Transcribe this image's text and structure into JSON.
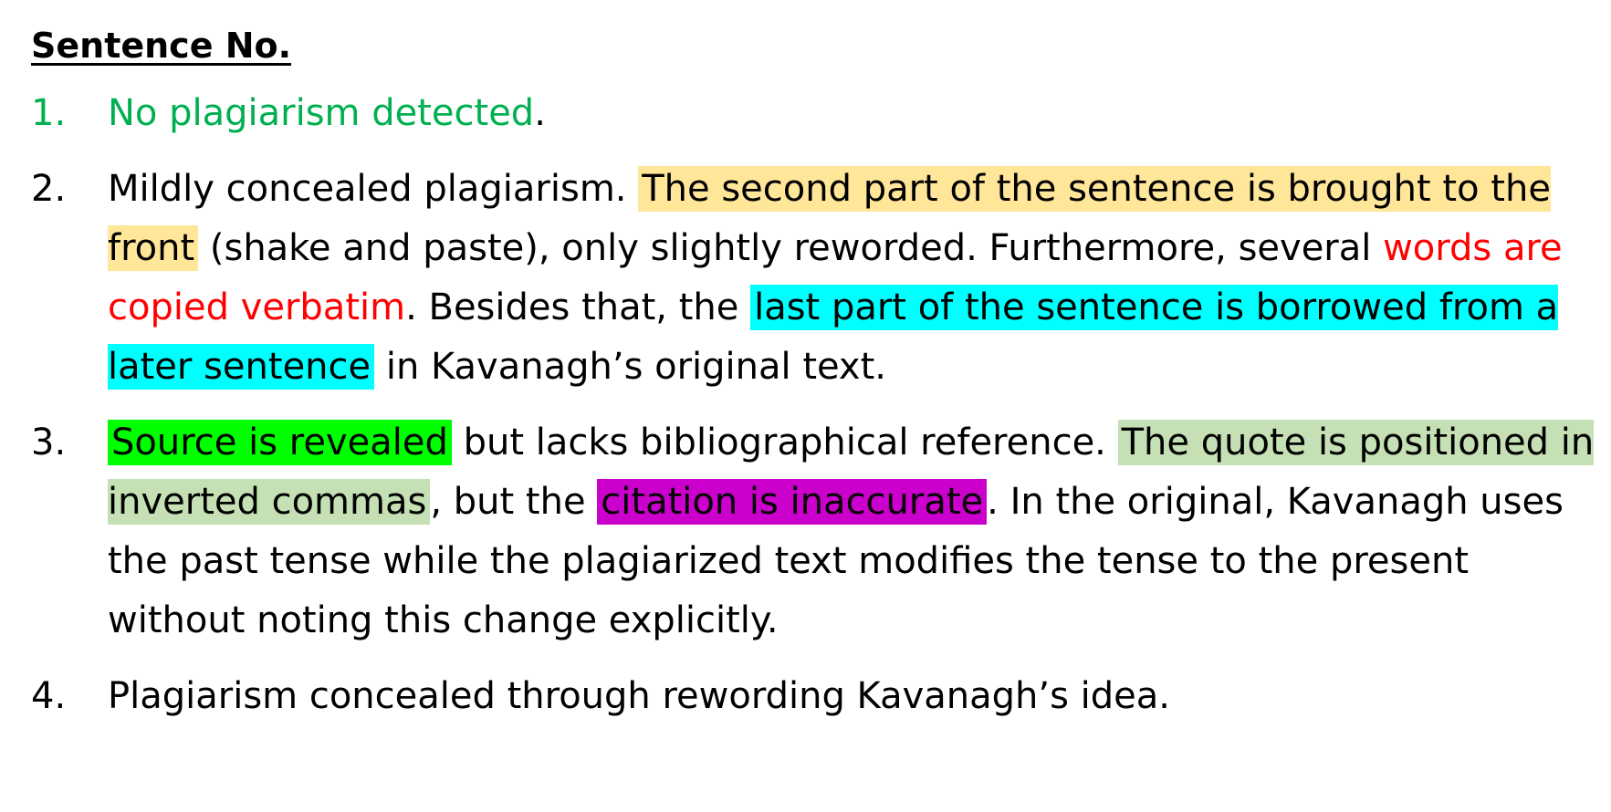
{
  "heading": "Sentence No.",
  "colors": {
    "green_text": "#00b050",
    "red_text": "#ff0000",
    "highlight_peach": "#ffe699",
    "highlight_cyan": "#00ffff",
    "highlight_lime": "#00ff00",
    "highlight_sage": "#c5e0b4",
    "highlight_magenta": "#cc00cc"
  },
  "items": [
    {
      "number": "1.",
      "segments": [
        {
          "text": "No plagiarism detected",
          "style": "green"
        },
        {
          "text": ".",
          "style": "plain"
        }
      ]
    },
    {
      "number": "2.",
      "segments": [
        {
          "text": "Mildly concealed plagiarism. ",
          "style": "plain"
        },
        {
          "text": "The second part of the sentence is brought to the front",
          "style": "peach"
        },
        {
          "text": " (shake and paste), only slightly reworded. Furthermore, several ",
          "style": "plain"
        },
        {
          "text": "words are copied verbatim",
          "style": "red"
        },
        {
          "text": ". Besides that, the ",
          "style": "plain"
        },
        {
          "text": "last part of the sentence is borrowed from a later sentence",
          "style": "cyan"
        },
        {
          "text": " in Kavanagh’s original text.",
          "style": "plain"
        }
      ]
    },
    {
      "number": "3.",
      "segments": [
        {
          "text": "Source is revealed",
          "style": "lime"
        },
        {
          "text": " but lacks bibliographical reference. ",
          "style": "plain"
        },
        {
          "text": "The quote is positioned in inverted commas",
          "style": "sage"
        },
        {
          "text": ", but the ",
          "style": "plain"
        },
        {
          "text": "citation is inaccurate",
          "style": "magenta"
        },
        {
          "text": ". In the original, Kavanagh uses the past tense while the plagiarized text modifies the tense to the present without noting this change explicitly.",
          "style": "plain"
        }
      ]
    },
    {
      "number": "4.",
      "segments": [
        {
          "text": "Plagiarism concealed through rewording Kavanagh’s idea.",
          "style": "plain"
        }
      ]
    }
  ]
}
